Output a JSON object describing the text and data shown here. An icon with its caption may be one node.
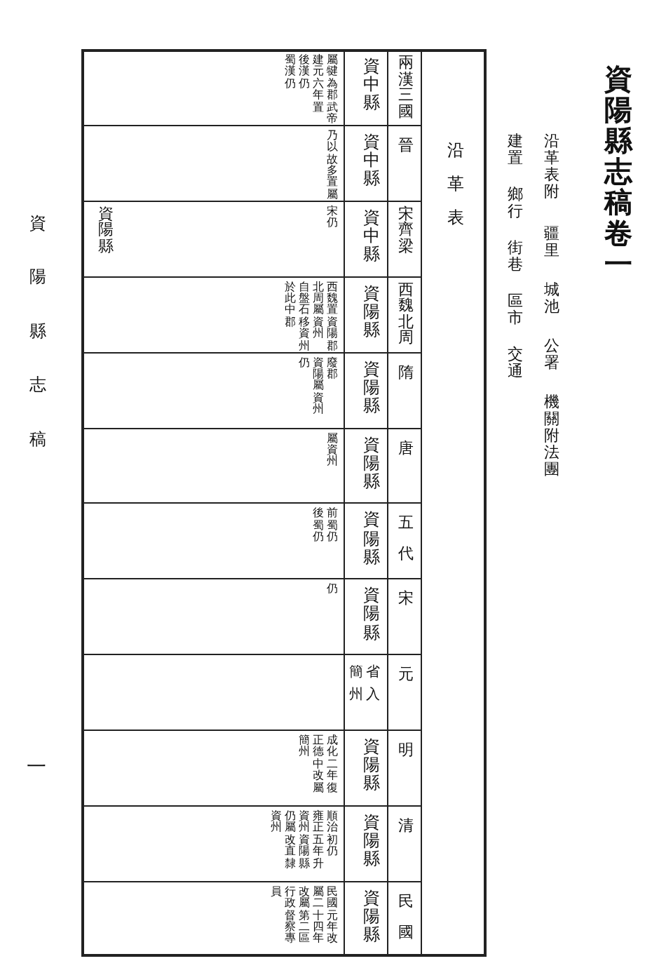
{
  "diagram": {
    "title": "資陽縣志稿卷一",
    "labels": [
      "沿革表附",
      "疆里",
      "城池",
      "公署",
      "機關附法團",
      "建置",
      "鄉行",
      "街巷",
      "區市",
      "交通",
      "沿革表",
      "兩漢三國",
      "資中縣",
      "屬犍為郡武帝",
      "建元六年置",
      "後漢仍",
      "蜀漢仍",
      "晉",
      "資中縣",
      "乃以故多置屬",
      "宋齊梁",
      "資中縣",
      "宋仍",
      "西魏北周",
      "資陽縣",
      "西魏置資陽郡",
      "北周屬資州",
      "自盤石移資州",
      "於此中郡",
      "隋",
      "資陽縣",
      "廢郡",
      "資陽屬資州",
      "仍",
      "唐",
      "資陽縣",
      "屬資州",
      "五代",
      "資陽縣",
      "前蜀仍",
      "後蜀仍",
      "宋",
      "資陽縣",
      "仍",
      "元",
      "省入",
      "簡州",
      "明",
      "資陽縣",
      "成化二年復",
      "正德中改屬",
      "簡州",
      "清",
      "資陽縣",
      "順治初仍",
      "雍正五年升",
      "資州資陽縣",
      "仍屬改直隸",
      "資州",
      "民國",
      "資陽縣",
      "民國元年改",
      "屬二十四年",
      "改屬第二區",
      "行政督察專",
      "員",
      "資陽縣",
      "資陽縣志稿",
      "一"
    ]
  }
}
